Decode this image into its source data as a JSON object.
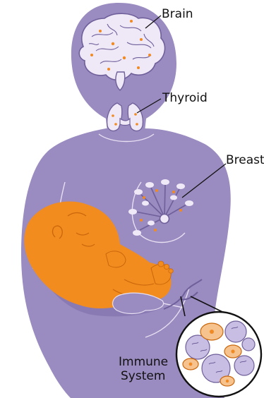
{
  "labels": {
    "brain": "Brain",
    "thyroid": "Thyroid",
    "breast": "Breast",
    "immune_line1": "Immune",
    "immune_line2": "System"
  },
  "colors": {
    "body": "#9a8bc0",
    "body_dark": "#7e6fa7",
    "organ_fill": "#efe8f7",
    "organ_line": "#6f5f9a",
    "dot": "#f08a24",
    "baby": "#f28c1e",
    "baby_line": "#c9660b",
    "cell_purple": "#c8bde2",
    "cell_orange": "#f6c28e"
  },
  "icons": {
    "brain": "brain-icon",
    "thyroid": "thyroid-icon",
    "breast": "mammary-gland-icon",
    "baby": "infant-icon",
    "immune": "immune-cells-icon"
  }
}
